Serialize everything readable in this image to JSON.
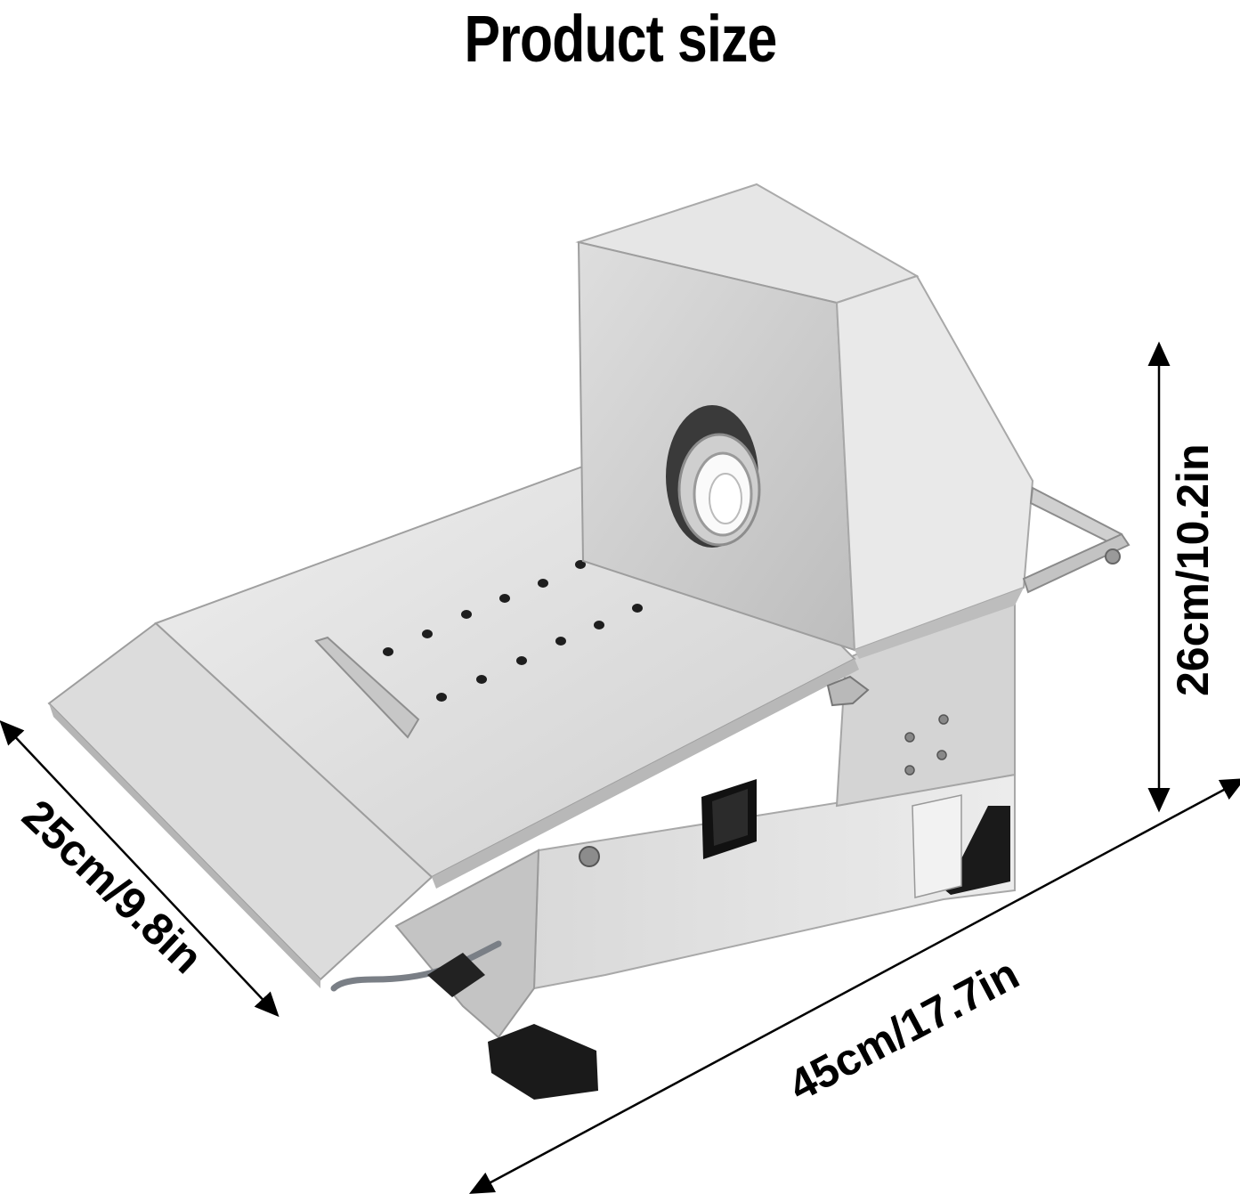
{
  "title": "Product size",
  "dimensions": {
    "width": "45cm/17.7in",
    "depth": "25cm/9.8in",
    "height": "26cm/10.2in"
  },
  "colors": {
    "steel_light": "#e6e6e6",
    "steel_mid": "#c9c9c9",
    "steel_dark": "#9e9e9e",
    "black": "#1a1a1a",
    "cable": "#7a7f86"
  },
  "icon_names": [
    "sausage-stuffer-machine",
    "power-switch-icon",
    "dimension-arrow"
  ]
}
